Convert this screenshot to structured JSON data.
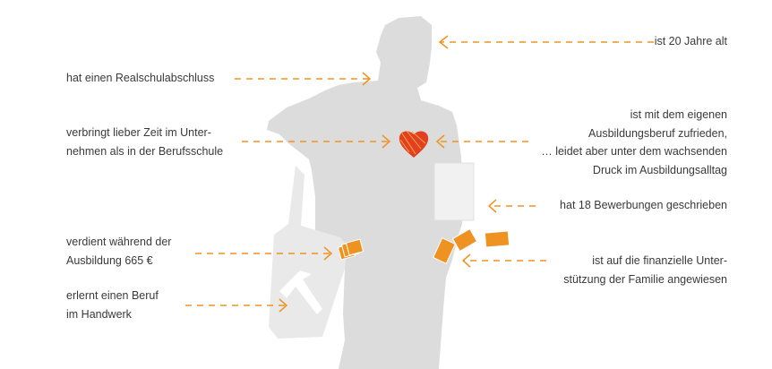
{
  "colors": {
    "accent": "#ee9322",
    "silhouette": "#dcdcdc",
    "heart": "#e2401f",
    "text": "#3a3a3a"
  },
  "labels": {
    "age": [
      "ist 20 Jahre alt"
    ],
    "school": [
      "hat einen Realschulabschluss"
    ],
    "company": [
      "verbringt lieber Zeit im Unter-",
      "nehmen als in der Berufsschule"
    ],
    "satisfaction": [
      "ist mit dem eigenen",
      "Ausbildungsberuf zufrieden,",
      "… leidet aber unter dem wachsenden",
      "Druck im Ausbildungsalltag"
    ],
    "applications": [
      "hat 18 Bewerbungen geschrieben"
    ],
    "salary": [
      "verdient während der",
      "Ausbildung 665 €"
    ],
    "family": [
      "ist auf die finanzielle Unter-",
      "stützung der Familie angewiesen"
    ],
    "craft": [
      "erlernt einen Beruf",
      "im Handwerk"
    ]
  },
  "icons": {
    "heart": "heart-icon",
    "hammer": "hammer-icon",
    "money": "euro-bill-icon",
    "papers": "documents-icon"
  },
  "money_symbol": "€"
}
